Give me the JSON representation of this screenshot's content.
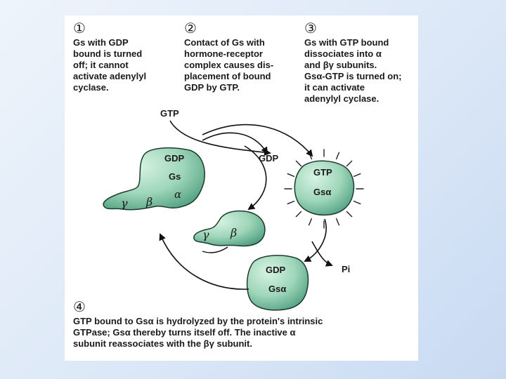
{
  "step1": {
    "number": "①",
    "lines": [
      "Gs with GDP",
      "bound is turned",
      "off; it cannot",
      "activate adenylyl",
      "cyclase."
    ]
  },
  "step2": {
    "number": "②",
    "lines": [
      "Contact of Gs with",
      "hormone-receptor",
      "complex causes dis-",
      "placement of bound",
      "GDP by GTP."
    ]
  },
  "step3": {
    "number": "③",
    "lines": [
      "Gs with GTP bound",
      "dissociates into α",
      "and βγ subunits.",
      "Gsα-GTP is turned on;",
      "it can activate",
      "adenylyl cyclase."
    ]
  },
  "step4": {
    "number": "④",
    "lines": [
      "GTP bound to Gsα is hydrolyzed by the protein's intrinsic",
      "GTPase; Gsα thereby turns itself off. The inactive α",
      "subunit reassociates with the βγ subunit."
    ]
  },
  "labels": {
    "gtp_in": "GTP",
    "gdp_out": "GDP",
    "pi_out": "Pi",
    "complex_gdp": "GDP",
    "complex_gs": "Gs",
    "complex_alpha": "α",
    "complex_gamma": "γ",
    "complex_beta": "β",
    "free_gamma": "γ",
    "free_beta": "β",
    "active_gtp": "GTP",
    "active_gsa": "Gsα",
    "inactive_gdp": "GDP",
    "inactive_gsa": "Gsα"
  },
  "colors": {
    "protein_light": "#c6ecd6",
    "protein_dark": "#4e9e80",
    "outline": "#1d3a30",
    "arrow": "#111111"
  }
}
